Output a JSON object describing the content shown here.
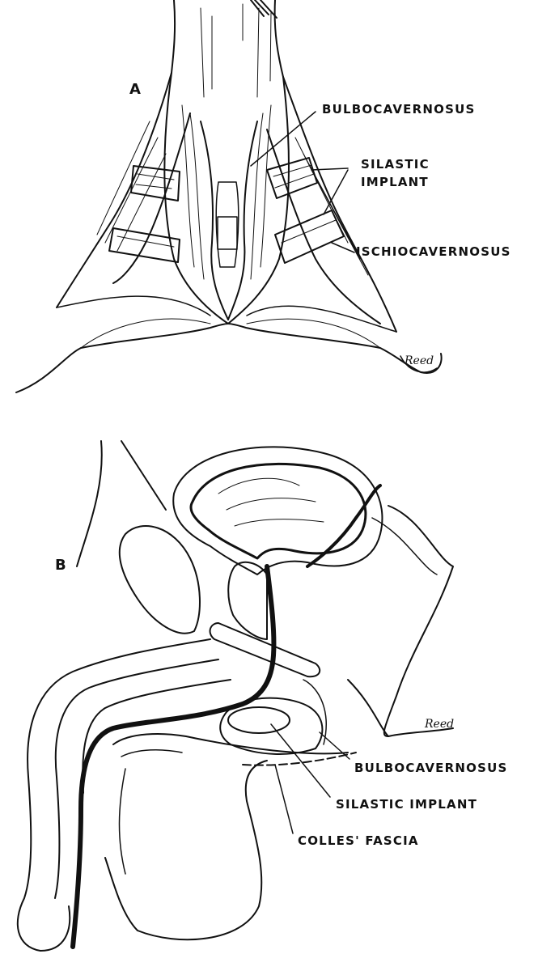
{
  "panels": {
    "a": {
      "letter": "A",
      "labels": {
        "bulbocavernosus": "BULBOCAVERNOSUS",
        "silastic_line1": "SILASTIC",
        "silastic_line2": "IMPLANT",
        "ischiocavernosus": "ISCHIOCAVERNOSUS"
      },
      "signature": "Reed"
    },
    "b": {
      "letter": "B",
      "labels": {
        "bulbocavernosus": "BULBOCAVERNOSUS",
        "silastic_implant": "SILASTIC IMPLANT",
        "colles_fascia": "COLLES' FASCIA"
      },
      "signature": "Reed"
    }
  },
  "colors": {
    "ink": "#111111",
    "paper": "#ffffff"
  }
}
